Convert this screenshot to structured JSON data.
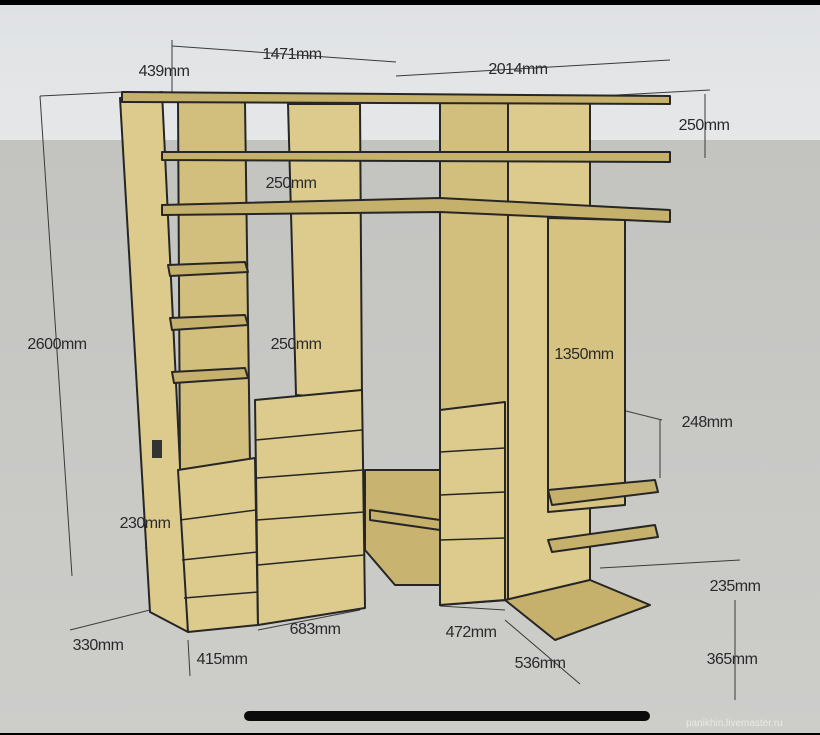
{
  "dimensions": {
    "d439": "439mm",
    "d1471": "1471mm",
    "d2014": "2014mm",
    "d250_top_right": "250mm",
    "d250_upper": "250mm",
    "d250_middle": "250mm",
    "d1350": "1350mm",
    "d248": "248mm",
    "d2600": "2600mm",
    "d230": "230mm",
    "d235": "235mm",
    "d330": "330mm",
    "d683": "683mm",
    "d472": "472mm",
    "d415": "415mm",
    "d536": "536mm",
    "d365": "365mm"
  },
  "watermark": "panikhin.livemaster.ru",
  "colors": {
    "wood": "#dccb8c",
    "wood_dark": "#c6b16c",
    "outline": "#262626"
  }
}
